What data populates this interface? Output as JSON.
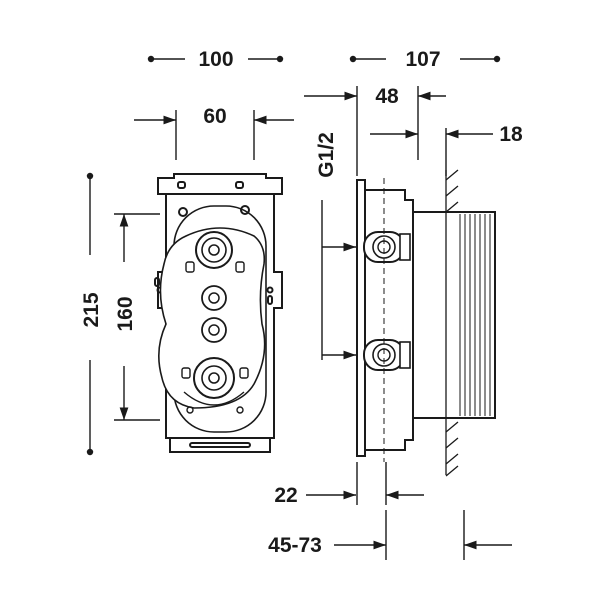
{
  "dimensions": {
    "overall_width": "100",
    "mounting_width": "60",
    "side_depth": "107",
    "body_depth": "48",
    "wall_offset": "18",
    "thread": "G1/2",
    "overall_height": "215",
    "inner_height": "160",
    "front_offset": "22",
    "wall_range": "45-73"
  },
  "colors": {
    "line": "#1a1a1a",
    "background": "#ffffff"
  }
}
